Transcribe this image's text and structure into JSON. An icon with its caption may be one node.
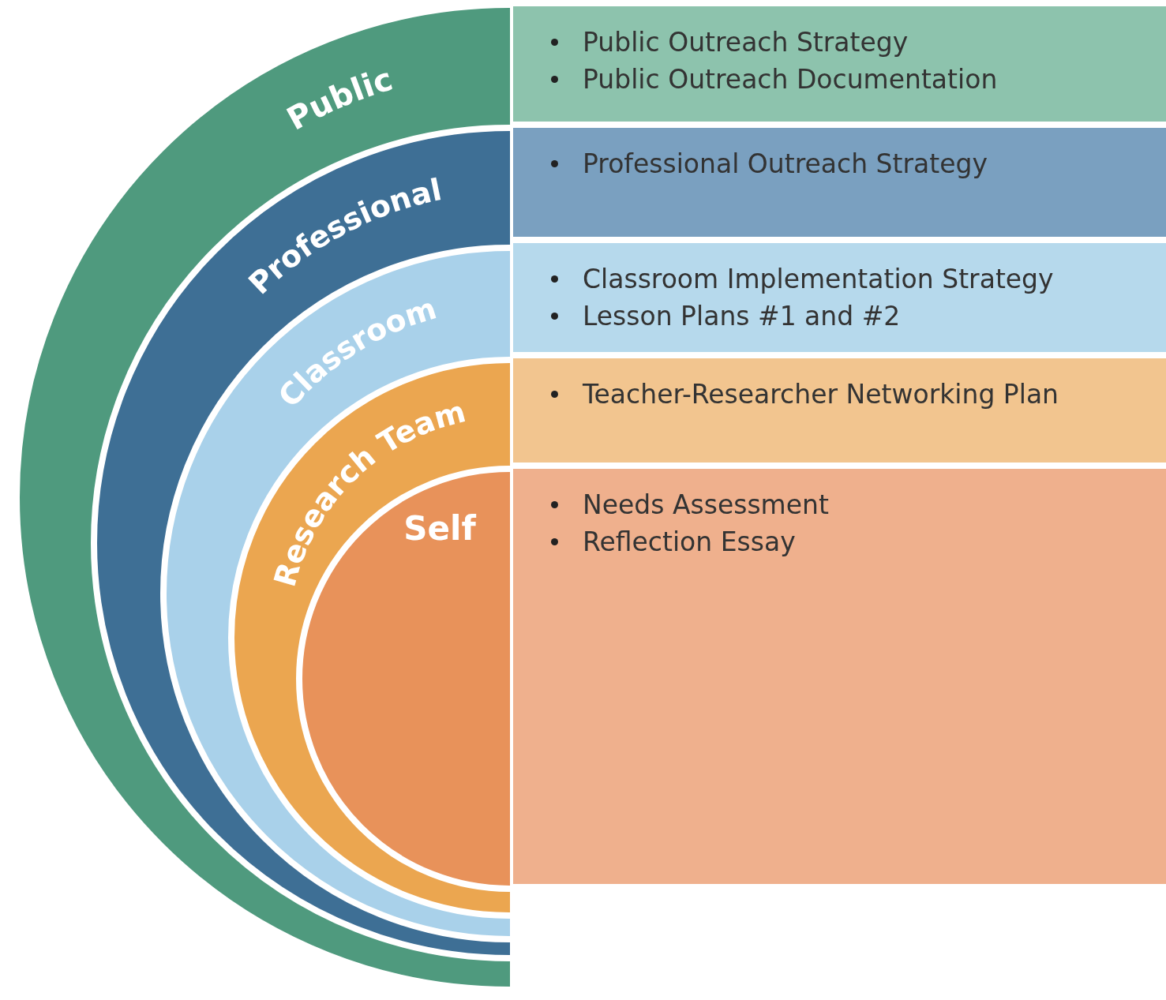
{
  "diagram": {
    "nodes": [
      {
        "text": [
          "Public"
        ]
      },
      {
        "text": [
          "Professional"
        ],
        "in": 0
      },
      {
        "text": [
          "Classroom"
        ],
        "in": 1
      },
      {
        "text": [
          "Research Team"
        ],
        "in": 2
      },
      {
        "text": [
          "Self"
        ],
        "in": 3
      },
      {
        "text": [
          "Public Outreach Strategy",
          "Public Outreach Documentation"
        ]
      },
      {
        "text": [
          "Professional Outreach Strategy"
        ]
      },
      {
        "text": [
          "Classroom Implementation Strategy",
          "Lesson Plans #1 and #2"
        ]
      },
      {
        "text": [
          "Teacher-Researcher Networking Plan"
        ]
      },
      {
        "text": [
          "Needs Assessment",
          "Reflection Essay"
        ]
      }
    ]
  }
}
